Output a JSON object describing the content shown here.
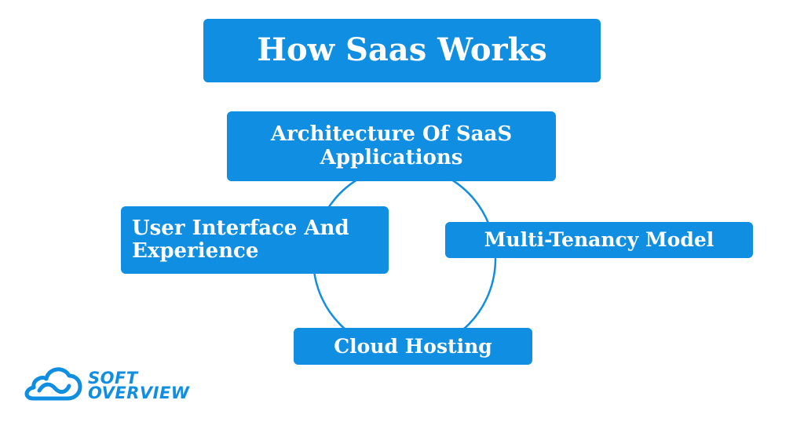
{
  "title": "How Saas Works",
  "nodes": {
    "architecture": "Architecture Of SaaS Applications",
    "user_interface": "User Interface And Experience",
    "multi_tenancy": "Multi-Tenancy Model",
    "cloud_hosting": "Cloud Hosting"
  },
  "logo": {
    "line1": "SOFT",
    "line2": "OVERVIEW"
  },
  "colors": {
    "accent": "#0f8ee2",
    "text_on_accent": "#ffffff",
    "background": "#ffffff"
  }
}
